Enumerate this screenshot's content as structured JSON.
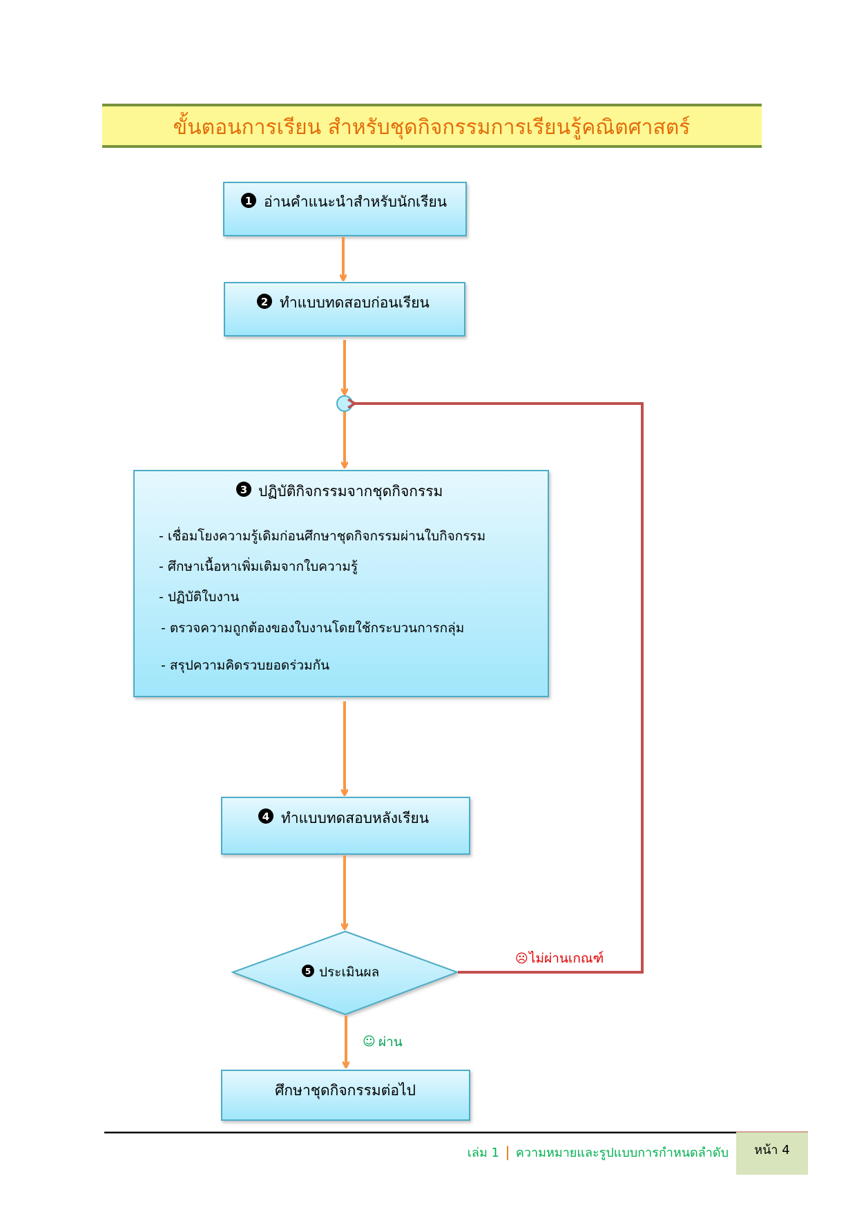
{
  "title": "ขั้นตอนการเรียน สำหรับชุดกิจกรรมการเรียนรู้คณิตศาสตร์",
  "steps": {
    "s1": {
      "num": "1",
      "label": "อ่านคำแนะนำสำหรับนักเรียน"
    },
    "s2": {
      "num": "2",
      "label": "ทำแบบทดสอบก่อนเรียน"
    },
    "s3": {
      "num": "3",
      "label": "ปฏิบัติกิจกรรมจากชุดกิจกรรม",
      "items": [
        "- เชื่อมโยงความรู้เดิมก่อนศึกษาชุดกิจกรรมผ่านใบกิจกรรม",
        "- ศึกษาเนื้อหาเพิ่มเติมจากใบความรู้",
        "- ปฏิบัติใบงาน",
        "- ตรวจความถูกต้องของใบงานโดยใช้กระบวนการกลุ่ม",
        "- สรุปความคิดรวบยอดร่วมกัน"
      ]
    },
    "s4": {
      "num": "4",
      "label": "ทำแบบทดสอบหลังเรียน"
    },
    "s5": {
      "num": "5",
      "label": "ประเมินผล"
    },
    "final": {
      "label": "ศึกษาชุดกิจกรรมต่อไป"
    }
  },
  "branches": {
    "fail": {
      "icon": "☹",
      "label": "ไม่ผ่านเกณฑ์"
    },
    "pass": {
      "icon": "☺",
      "label": "ผ่าน"
    }
  },
  "footer": {
    "volume": "เล่ม 1",
    "separator": "|",
    "subtitle": "ความหมายและรูปแบบการกำหนดลำดับ",
    "page": "หน้า 4"
  },
  "colors": {
    "title_band": "#fdf893",
    "title_border": "#76923c",
    "title_text": "#e36c09",
    "arrow": "#f79646",
    "loop": "#c0504d",
    "box_border": "#4bacc6",
    "pass": "#00a050",
    "fail": "#e00000",
    "footer_text": "#00b050",
    "page_box": "#d7e4bc"
  }
}
